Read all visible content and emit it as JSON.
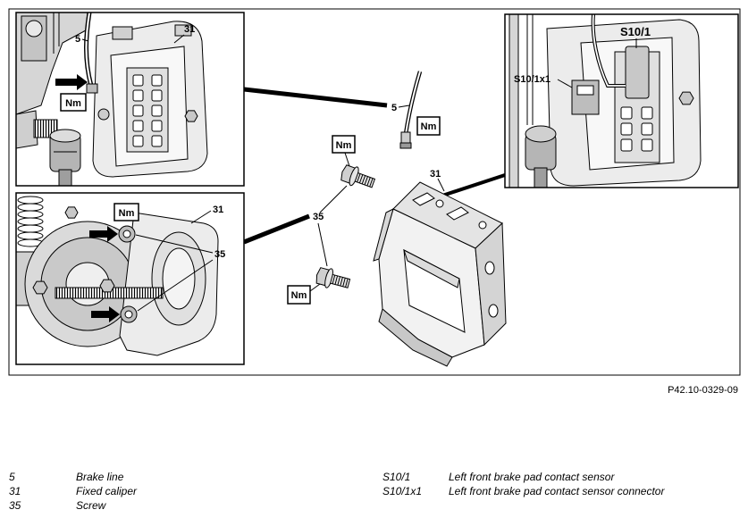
{
  "figure": {
    "reference_code": "P42.10-0329-09",
    "top_left_detail": {
      "brake_line_label": "5",
      "caliper_label": "31",
      "torque_symbol": "Nm"
    },
    "bottom_left_detail": {
      "torque_symbol": "Nm",
      "caliper_label": "31",
      "screw_label": "35"
    },
    "top_right_detail": {
      "sensor_label": "S10/1",
      "connector_label": "S10/1x1"
    },
    "exploded_view": {
      "brake_line_label": "5",
      "brake_line_torque_symbol": "Nm",
      "caliper_label": "31",
      "screw_label": "35",
      "upper_screw_torque_symbol": "Nm",
      "lower_screw_torque_symbol": "Nm"
    }
  },
  "legend": {
    "left": [
      {
        "code": "5",
        "description": "Brake line"
      },
      {
        "code": "31",
        "description": "Fixed caliper"
      },
      {
        "code": "35",
        "description": "Screw"
      }
    ],
    "right": [
      {
        "code": "S10/1",
        "description": "Left front brake pad contact sensor"
      },
      {
        "code": "S10/1x1",
        "description": "Left front brake pad contact sensor connector"
      }
    ]
  }
}
